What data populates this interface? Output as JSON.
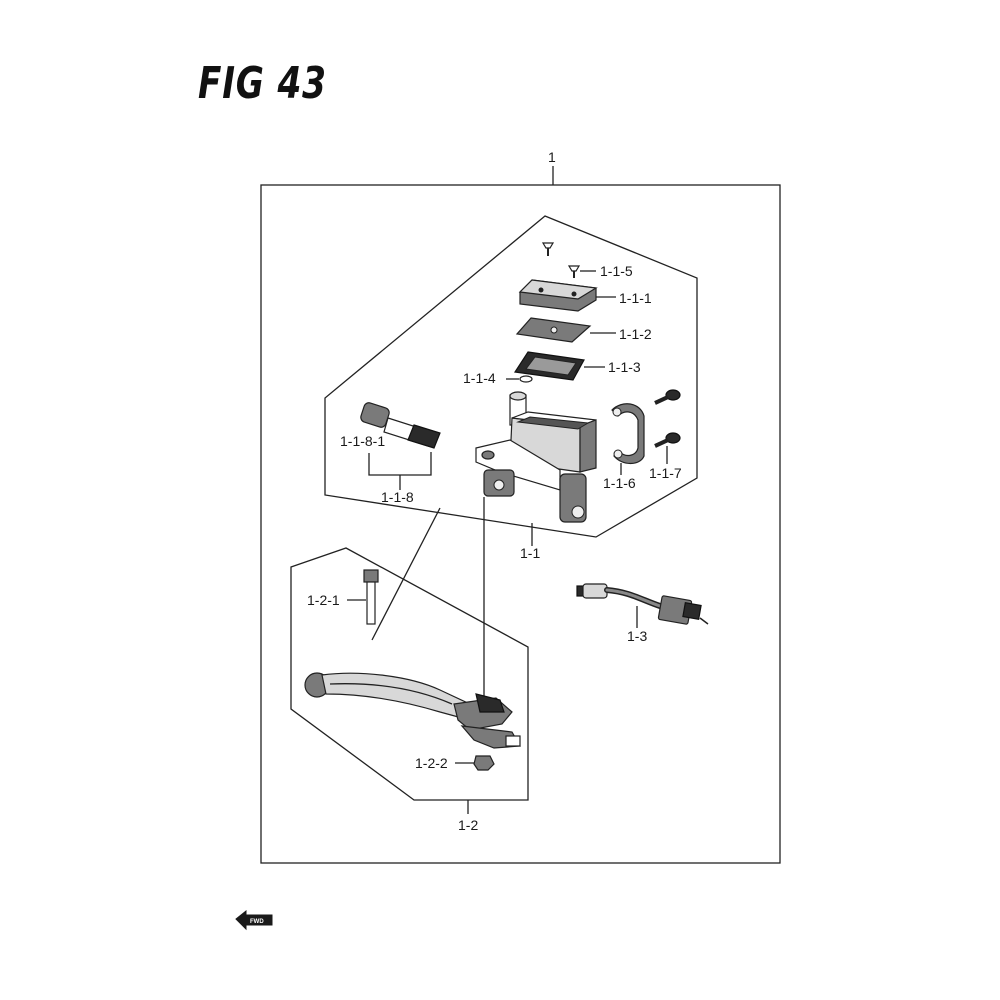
{
  "title": "FIG 43",
  "arrow_label": "FWD",
  "callouts": {
    "assembly": "1",
    "master_cylinder": "1-1",
    "cap": "1-1-1",
    "plate": "1-1-2",
    "diaphragm": "1-1-3",
    "small_part": "1-1-4",
    "cap_screw": "1-1-5",
    "holder": "1-1-6",
    "holder_bolt": "1-1-7",
    "switch_assy": "1-1-8",
    "switch_part": "1-1-8-1",
    "lever_assy": "1-2",
    "pivot_bolt": "1-2-1",
    "nut": "1-2-2",
    "brake_switch": "1-3"
  },
  "colors": {
    "line": "#222222",
    "part_shade": "#7a7a7a",
    "background": "#ffffff"
  }
}
